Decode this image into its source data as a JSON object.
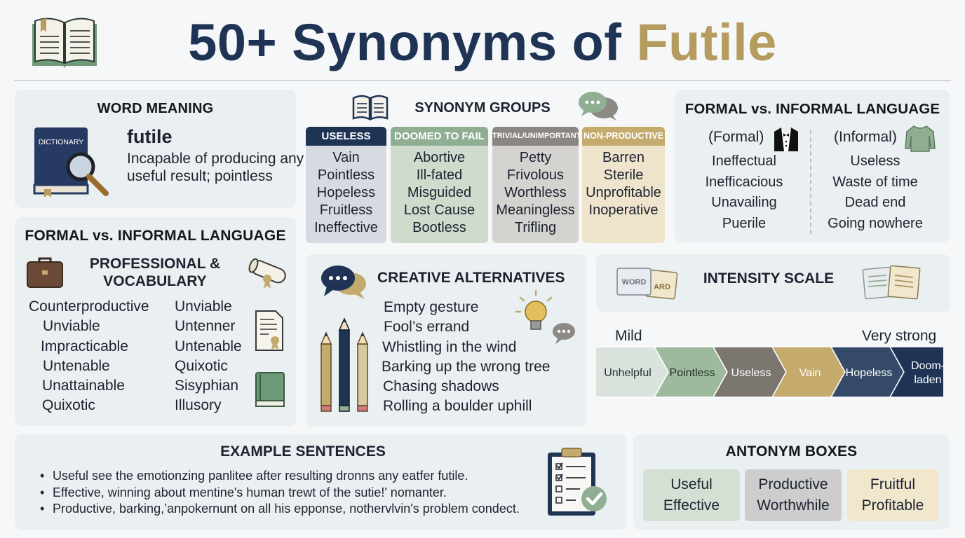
{
  "header": {
    "title_main": "50+ Synonyms of ",
    "title_accent": "Futile"
  },
  "word_meaning": {
    "title": "WORD MEANING",
    "dictionary_label": "DICTIONARY",
    "word": "futile",
    "definition": "Incapable of producing any useful result; pointless"
  },
  "synonym_groups": {
    "title": "SYNONYM GROUPS",
    "groups": [
      {
        "header": "USELESS",
        "items": [
          "Vain",
          "Pointless",
          "Hopeless",
          "Fruitless",
          "Ineffective"
        ],
        "head_color": "#1f3454",
        "body_color": "#d6dbe2"
      },
      {
        "header": "DOOMED TO FAIL",
        "items": [
          "Abortive",
          "Ill-fated",
          "Misguided",
          "Lost Cause",
          "Bootless"
        ],
        "head_color": "#8fae92",
        "body_color": "#cfdccd"
      },
      {
        "header": "TRIVIAL/UNIMPORTANT",
        "items": [
          "Petty",
          "Frivolous",
          "Worthless",
          "Meaningless",
          "Trifling"
        ],
        "head_color": "#8a8783",
        "body_color": "#d5d3d0"
      },
      {
        "header": "NON-PRODUCTIVE",
        "items": [
          "Barren",
          "Sterile",
          "Unprofitable",
          "Inoperative"
        ],
        "head_color": "#c4aa6c",
        "body_color": "#efe5cc"
      }
    ]
  },
  "formal_informal": {
    "title": "FORMAL vs. INFORMAL LANGUAGE",
    "formal_label": "(Formal)",
    "informal_label": "(Informal)",
    "formal": [
      "Ineffectual",
      "Inefficacious",
      "Unavailing",
      "Puerile"
    ],
    "informal": [
      "Useless",
      "Waste of time",
      "Dead end",
      "Going nowhere"
    ]
  },
  "professional": {
    "title": "FORMAL vs. INFORMAL LANGUAGE",
    "subtitle_1": "PROFESSIONAL &",
    "subtitle_2": "VOCABULARY",
    "col1": [
      "Counterproductive",
      "Unviable",
      "Impracticable",
      "Untenable",
      "Unattainable",
      "Quixotic"
    ],
    "col2": [
      "Unviable",
      "Untenner",
      "Untenable",
      "Quixotic",
      "Sisyphian",
      "Illusory"
    ]
  },
  "creative": {
    "title": "CREATIVE ALTERNATIVES",
    "items": [
      "Empty gesture",
      "Fool’s errand",
      "Whistling in the wind",
      "Barking up the wrong tree",
      "Chasing shadows",
      "Rolling a boulder uphill"
    ]
  },
  "intensity": {
    "title": "INTENSITY SCALE",
    "card_word": "WORD",
    "card_ard": "ARD",
    "mild": "Mild",
    "strong": "Very strong",
    "steps": [
      {
        "label": "Unhelpful",
        "color": "#d9e3dc",
        "text": "#2a2f36"
      },
      {
        "label": "Pointless",
        "color": "#9dbb9c",
        "text": "#1f2a22"
      },
      {
        "label": "Useless",
        "color": "#7b766f",
        "text": "#ffffff"
      },
      {
        "label": "Vain",
        "color": "#c4aa6c",
        "text": "#ffffff"
      },
      {
        "label": "Hopeless",
        "color": "#344a68",
        "text": "#ffffff"
      },
      {
        "label": "Doom-\nladen",
        "color": "#1f3454",
        "text": "#ffffff"
      }
    ]
  },
  "examples": {
    "title": "EXAMPLE SENTENCES",
    "items": [
      "Useful see the emotionzing panlitee after resulting dronns any eatfer futile.",
      "Effective, winning about mentine's human trewt of the sutie!' nomanter.",
      "Productive, barking,’anpokernunt on all his epponse, nothervlvin's problem condect."
    ]
  },
  "antonyms": {
    "title": "ANTONYM BOXES",
    "boxes": [
      {
        "line1": "Useful",
        "line2": "Effective",
        "color": "#d4e0d3"
      },
      {
        "line1": "Productive",
        "line2": "Worthwhile",
        "color": "#cdcdcd"
      },
      {
        "line1": "Fruitful",
        "line2": "Profitable",
        "color": "#f1e7cc"
      }
    ]
  }
}
